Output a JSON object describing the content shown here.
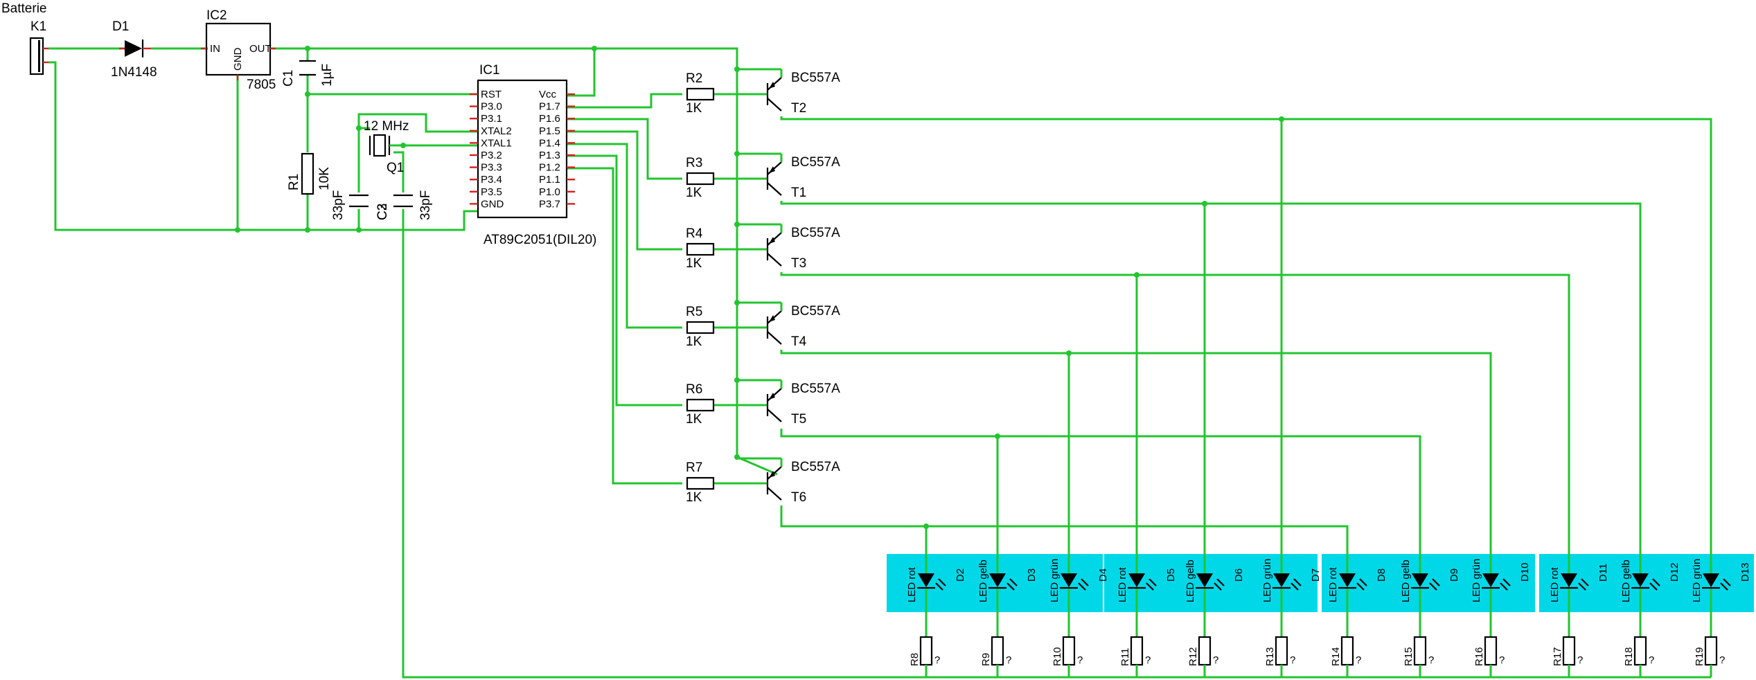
{
  "title": "Batterie",
  "battery": {
    "ref": "K1"
  },
  "diode": {
    "ref": "D1",
    "value": "1N4148"
  },
  "regulator": {
    "ref": "IC2",
    "value": "7805",
    "pin_in": "IN",
    "pin_out": "OUT",
    "pin_gnd": "GND"
  },
  "cap1": {
    "ref": "C1",
    "value": "1µF"
  },
  "r1": {
    "ref": "R1",
    "value": "10K"
  },
  "crystal": {
    "ref": "Q1",
    "value": "12 MHz"
  },
  "cap2": {
    "ref": "C2",
    "value": "33pF"
  },
  "cap3": {
    "ref": "C3",
    "value": "33pF"
  },
  "mcu": {
    "ref": "IC1",
    "value": "AT89C2051(DIL20)",
    "left_pins": [
      "RST",
      "P3.0",
      "P3.1",
      "XTAL2",
      "XTAL1",
      "P3.2",
      "P3.3",
      "P3.4",
      "P3.5",
      "GND"
    ],
    "right_pins": [
      "Vcc",
      "P1.7",
      "P1.6",
      "P1.5",
      "P1.4",
      "P1.3",
      "P1.2",
      "P1.1",
      "P1.0",
      "P3.7"
    ]
  },
  "resistors": [
    {
      "ref": "R2",
      "value": "1K"
    },
    {
      "ref": "R3",
      "value": "1K"
    },
    {
      "ref": "R4",
      "value": "1K"
    },
    {
      "ref": "R5",
      "value": "1K"
    },
    {
      "ref": "R6",
      "value": "1K"
    },
    {
      "ref": "R7",
      "value": "1K"
    }
  ],
  "transistors": [
    {
      "ref": "T2",
      "value": "BC557A"
    },
    {
      "ref": "T1",
      "value": "BC557A"
    },
    {
      "ref": "T3",
      "value": "BC557A"
    },
    {
      "ref": "T4",
      "value": "BC557A"
    },
    {
      "ref": "T5",
      "value": "BC557A"
    },
    {
      "ref": "T6",
      "value": "BC557A"
    }
  ],
  "leds": [
    {
      "ref": "D2",
      "label": "LED rot"
    },
    {
      "ref": "D3",
      "label": "LED gelb"
    },
    {
      "ref": "D4",
      "label": "LED grün"
    },
    {
      "ref": "D5",
      "label": "LED rot"
    },
    {
      "ref": "D6",
      "label": "LED gelb"
    },
    {
      "ref": "D7",
      "label": "LED grün"
    },
    {
      "ref": "D8",
      "label": "LED rot"
    },
    {
      "ref": "D9",
      "label": "LED gelb"
    },
    {
      "ref": "D10",
      "label": "LED grün"
    },
    {
      "ref": "D11",
      "label": "LED rot"
    },
    {
      "ref": "D12",
      "label": "LED gelb"
    },
    {
      "ref": "D13",
      "label": "LED grün"
    }
  ],
  "led_resistors": [
    {
      "ref": "R8",
      "value": "?"
    },
    {
      "ref": "R9",
      "value": "?"
    },
    {
      "ref": "R10",
      "value": "?"
    },
    {
      "ref": "R11",
      "value": "?"
    },
    {
      "ref": "R12",
      "value": "?"
    },
    {
      "ref": "R13",
      "value": "?"
    },
    {
      "ref": "R14",
      "value": "?"
    },
    {
      "ref": "R15",
      "value": "?"
    },
    {
      "ref": "R16",
      "value": "?"
    },
    {
      "ref": "R17",
      "value": "?"
    },
    {
      "ref": "R18",
      "value": "?"
    },
    {
      "ref": "R19",
      "value": "?"
    }
  ],
  "colors": {
    "wire": "#22c52e",
    "pin": "#d42020",
    "led_group": "#00d8e8",
    "symbol": "#000000"
  }
}
